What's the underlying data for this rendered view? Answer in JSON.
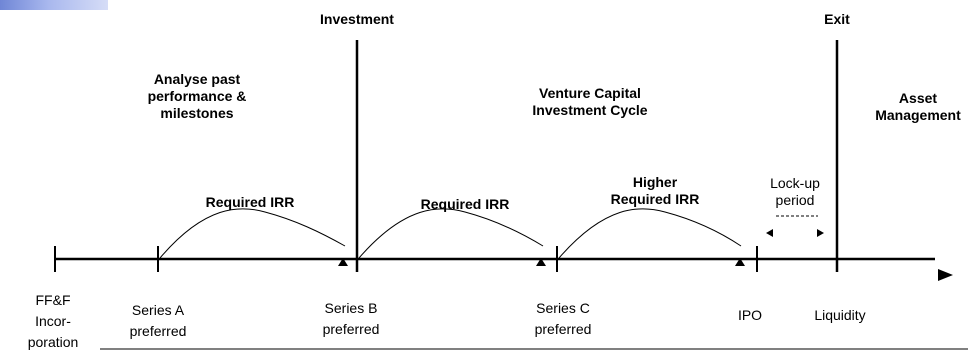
{
  "headings": {
    "investment": "Investment",
    "exit": "Exit"
  },
  "phases": {
    "analyse": "Analyse past\nperformance &\nmilestones",
    "venture_cycle": "Venture Capital\nInvestment Cycle",
    "asset_management": "Asset\nManagement"
  },
  "arcs": [
    {
      "label": "Required IRR"
    },
    {
      "label": "Required IRR"
    },
    {
      "label": "Higher\nRequired IRR"
    }
  ],
  "lockup": {
    "label": "Lock-up\nperiod"
  },
  "timeline": {
    "stages": [
      {
        "label": "FF&F\nIncor-\nporation"
      },
      {
        "label": "Series A\npreferred"
      },
      {
        "label": "Series B\npreferred"
      },
      {
        "label": "Series C\npreferred"
      },
      {
        "label": "IPO"
      },
      {
        "label": "Liquidity"
      }
    ]
  },
  "colors": {
    "line": "#000000",
    "corner_image": "#8fa3e6"
  }
}
